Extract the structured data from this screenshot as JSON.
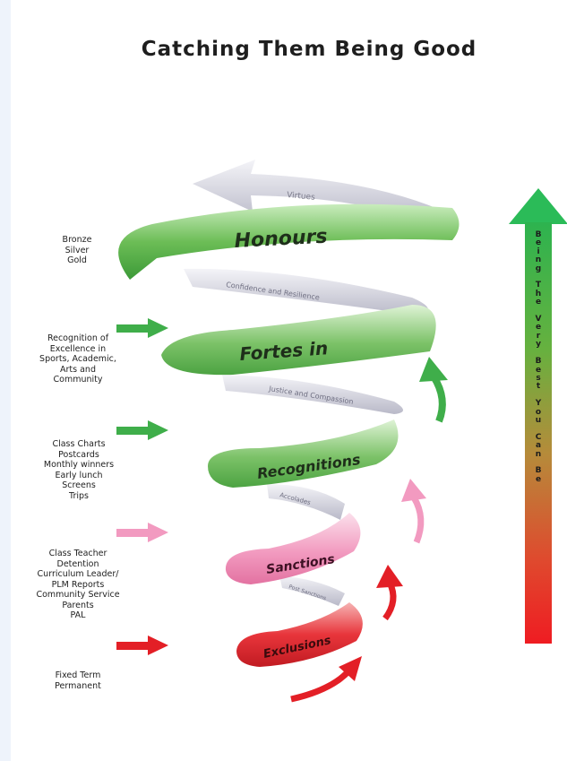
{
  "title": "Catching Them Being Good",
  "levels": [
    {
      "name": "Honours",
      "color": "#59b84e"
    },
    {
      "name": "Fortes in",
      "color": "#62b54f"
    },
    {
      "name": "Recognitions",
      "color": "#6fb35a"
    },
    {
      "name": "Sanctions",
      "color": "#ef8fb3"
    },
    {
      "name": "Exclusions",
      "color": "#e8353b"
    }
  ],
  "ribbons": [
    "Virtues",
    "Confidence and Resilience",
    "Justice and Compassion",
    "Accolades",
    "Post Sanctions"
  ],
  "side_labels": {
    "honours": "Bronze\nSilver\nGold",
    "fortes": "Recognition of\nExcellence in\nSports, Academic,\nArts and\nCommunity",
    "recognitions": "Class Charts\nPostcards\nMonthly winners\nEarly lunch\nScreens\nTrips",
    "sanctions": "Class Teacher\nDetention\nCurriculum Leader/\nPLM Reports\nCommunity Service\nParents\nPAL",
    "exclusions": "Fixed Term\nPermanent"
  },
  "vertical_bar_text": "Being The Very Best You Can Be",
  "colors": {
    "green": "#3fae4a",
    "pink": "#f29ac0",
    "red": "#e31f26",
    "grey": "#c9c9d4"
  }
}
